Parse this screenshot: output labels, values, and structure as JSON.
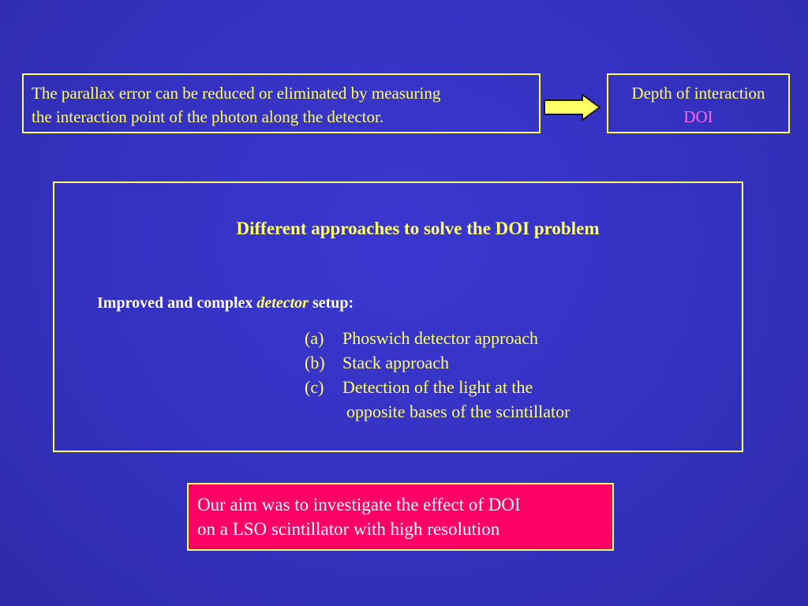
{
  "parallax": {
    "line1": "The parallax error can be reduced or eliminated by measuring",
    "line2": "the interaction point of the photon along the detector."
  },
  "doi": {
    "label": "Depth of interaction",
    "acronym": "DOI"
  },
  "approaches": {
    "title": "Different approaches to solve the DOI problem",
    "setup_prefix": "Improved and complex ",
    "setup_emphasis": "detector",
    "setup_suffix": " setup:",
    "items": [
      {
        "letter": "(a)",
        "text": "Phoswich detector approach"
      },
      {
        "letter": "(b)",
        "text": "Stack approach"
      },
      {
        "letter": "(c)",
        "text": "Detection of the light at the",
        "continuation": "opposite bases of the scintillator"
      }
    ]
  },
  "aim": {
    "line1": "Our aim was to investigate the effect of DOI",
    "line2": "on a LSO scintillator with high resolution"
  },
  "colors": {
    "background": "#3431c0",
    "accent_yellow": "#ffff66",
    "doi_magenta": "#ff66ff",
    "aim_box": "#ff0066"
  }
}
